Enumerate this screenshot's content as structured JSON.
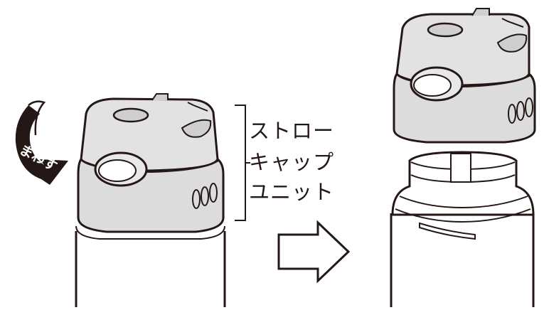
{
  "labels": {
    "rotate": "まわす",
    "part_name_line1": "ストロー",
    "part_name_line2": "キャップ",
    "part_name_line3": "ユニット"
  },
  "colors": {
    "outline": "#231815",
    "cap_fill": "#dcdcdc",
    "cap_top_fill": "#e6e6e6",
    "rotate_arrow": "#231815",
    "body_fill": "#ffffff"
  },
  "icons": [
    "rotate-arrow-icon",
    "right-arrow-icon"
  ]
}
